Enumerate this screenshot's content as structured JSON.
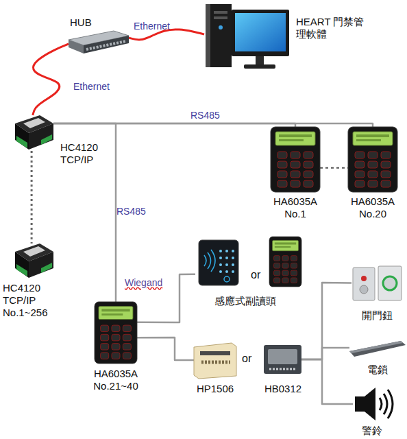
{
  "diagram": {
    "nodes": [
      {
        "text": [
          "HUB"
        ]
      },
      {
        "text": [
          "HEART 門禁管理軟體"
        ]
      },
      {
        "text": [
          "HC4120 TCP/IP"
        ]
      },
      {
        "text": [
          "HA6035A No.1"
        ]
      },
      {
        "text": [
          "HA6035A No.20"
        ]
      },
      {
        "text": [
          "HC4120 TCP/IP No.1~256"
        ]
      },
      {
        "text": [
          "HA6035A No.21~40"
        ]
      },
      {
        "text": [
          "感應式副讀頭"
        ]
      },
      {
        "text": [
          "HP1506"
        ]
      },
      {
        "text": [
          "HB0312"
        ]
      },
      {
        "text": [
          "開門鈕"
        ]
      },
      {
        "text": [
          "電鎖"
        ]
      },
      {
        "text": [
          "警鈴"
        ]
      }
    ],
    "edges": [
      {
        "from": 0,
        "to": 1,
        "label": "Ethernet",
        "arrow": "none"
      },
      {
        "from": 0,
        "to": 2,
        "label": "Ethernet",
        "arrow": "none"
      },
      {
        "from": 2,
        "to": 3,
        "label": "RS485",
        "arrow": "none"
      },
      {
        "from": 2,
        "to": 4,
        "arrow": "none"
      },
      {
        "from": 3,
        "to": 4,
        "arrow": "none"
      },
      {
        "from": 2,
        "to": 5,
        "arrow": "none"
      },
      {
        "from": 2,
        "to": 6,
        "label": "RS485",
        "arrow": "none"
      },
      {
        "from": 6,
        "to": 7,
        "label": "Wiegand",
        "arrow": "none"
      },
      {
        "from": 6,
        "to": 8,
        "arrow": "none"
      },
      {
        "from": 9,
        "to": 10,
        "arrow": "none"
      },
      {
        "from": 9,
        "to": 11,
        "arrow": "none"
      },
      {
        "from": 9,
        "to": 12,
        "arrow": "none"
      }
    ],
    "labels": [
      "or",
      "or"
    ]
  }
}
